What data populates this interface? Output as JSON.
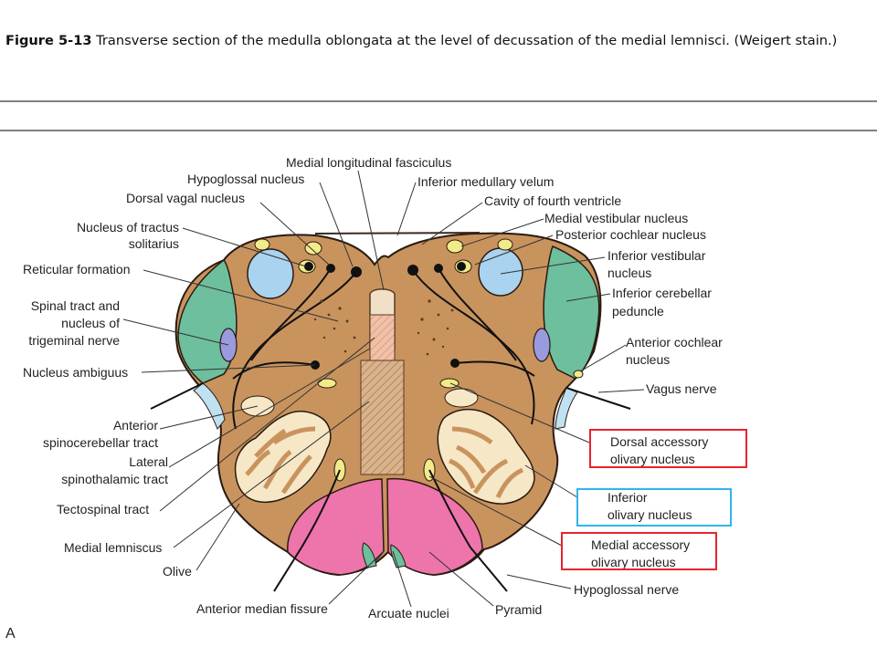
{
  "caption": {
    "figure_number": "Figure 5-13",
    "text": "Transverse section of the medulla oblongata at the level of decussation of the medial lemnisci. (Weigert stain.)"
  },
  "panel_letter": "A",
  "labels": {
    "medial_longitudinal_fasciculus": "Medial longitudinal fasciculus",
    "hypoglossal_nucleus": "Hypoglossal nucleus",
    "inferior_medullary_velum": "Inferior medullary velum",
    "dorsal_vagal_nucleus": "Dorsal vagal nucleus",
    "cavity_fourth_ventricle": "Cavity of fourth ventricle",
    "medial_vestibular_nucleus": "Medial vestibular nucleus",
    "nucleus_tractus_1": "Nucleus of tractus",
    "nucleus_tractus_2": "solitarius",
    "posterior_cochlear_nucleus": "Posterior cochlear nucleus",
    "inferior_vestibular_1": "Inferior vestibular",
    "inferior_vestibular_2": "nucleus",
    "reticular_formation": "Reticular formation",
    "inferior_cerebellar_1": "Inferior cerebellar",
    "inferior_cerebellar_2": "peduncle",
    "spinal_tract_1": "Spinal tract and",
    "spinal_tract_2": "nucleus of",
    "spinal_tract_3": "trigeminal nerve",
    "anterior_cochlear_1": "Anterior cochlear",
    "anterior_cochlear_2": "nucleus",
    "nucleus_ambiguus": "Nucleus ambiguus",
    "vagus_nerve": "Vagus nerve",
    "anterior_spinocerebellar_1": "Anterior",
    "anterior_spinocerebellar_2": "spinocerebellar tract",
    "dorsal_accessory_1": "Dorsal accessory",
    "dorsal_accessory_2": "olivary nucleus",
    "lateral_spinothalamic_1": "Lateral",
    "lateral_spinothalamic_2": "spinothalamic tract",
    "inferior_olivary_1": "Inferior",
    "inferior_olivary_2": "olivary nucleus",
    "tectospinal_tract": "Tectospinal tract",
    "medial_lemniscus": "Medial lemniscus",
    "medial_accessory_1": "Medial accessory",
    "medial_accessory_2": "olivary nucleus",
    "olive": "Olive",
    "hypoglossal_nerve": "Hypoglossal nerve",
    "anterior_median_fissure": "Anterior median fissure",
    "arcuate_nuclei": "Arcuate nuclei",
    "pyramid": "Pyramid"
  },
  "colors": {
    "tissue": "#c9935e",
    "green": "#6dbf9d",
    "blue": "#a9d3ee",
    "pink": "#ee74ac",
    "yellow": "#f2eb8a",
    "cream": "#f6e7c6",
    "highlight_red": "#e8232c",
    "highlight_blue": "#31b3ec"
  }
}
